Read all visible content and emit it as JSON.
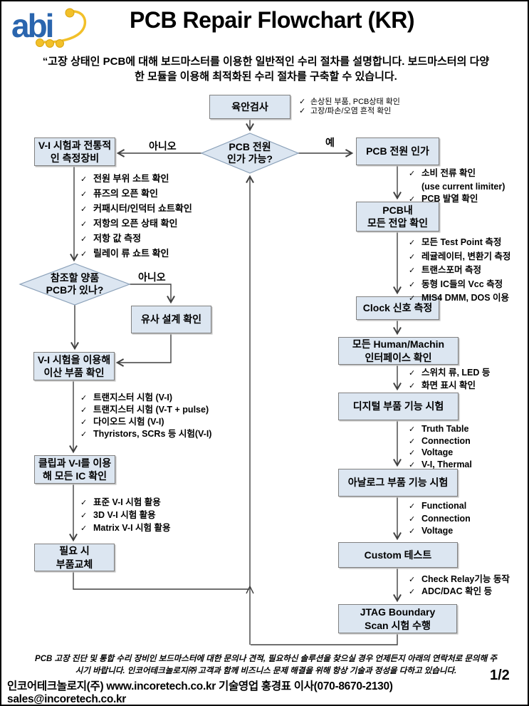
{
  "header": {
    "logo": "abi",
    "title": "PCB Repair Flowchart (KR)",
    "subtitle": "“고장 상태인 PCB에 대해 보드마스터를 이용한 일반적인 수리 절차를 설명합니다. 보드마스터의 다양\n한 모듈을 이용해 최적화된 수리 절차를 구축할 수 있습니다."
  },
  "colors": {
    "node_fill": "#dce6f1",
    "node_border": "#808080",
    "arrow": "#404040",
    "logo_blue": "#2a65ae",
    "logo_yellow": "#f2c029"
  },
  "flowchart": {
    "nodes": {
      "visual": "육안검사",
      "power_q": "PCB 전원\n인가 가능?",
      "vi_traditional": "V-I 시험과 전통적\n인 측정장비",
      "reference_q": "참조할 양품\nPCB가 있나?",
      "similar": "유사 설계 확인",
      "vi_discrete": "V-I 시험을 이용해\n이산 부품 확인",
      "clip_ic": "클립과 V-I를 이용\n해 모든 IC 확인",
      "replace": "필요 시\n부품교체",
      "power_apply": "PCB 전원 인가",
      "voltage": "PCB내\n모든 전압 확인",
      "clock": "Clock 신호 측정",
      "hmi": "모든 Human/Machin\n인터페이스 확인",
      "digital": "디지털 부품 기능 시험",
      "analog": "아날로그 부품 기능 시험",
      "custom": "Custom 테스트",
      "jtag": "JTAG Boundary\nScan 시험 수행"
    },
    "edge_labels": {
      "yes": "예",
      "no_power": "아니오",
      "no_reference": "아니오"
    },
    "checklists": {
      "visual": [
        {
          "c": "✓",
          "t": "손상된 부품, PCB상태 확인"
        },
        {
          "c": "✓",
          "t": "고장/파손/오염 흔적  확인"
        }
      ],
      "traditional": [
        {
          "c": "✓",
          "t": "전원 부위 소트 확인"
        },
        {
          "c": "✓",
          "t": "퓨즈의 오픈 확인"
        },
        {
          "c": "✓",
          "t": "커패시터/인덕터 쇼트확인"
        },
        {
          "c": "✓",
          "t": "저항의 오픈 상태 확인"
        },
        {
          "c": "✓",
          "t": "저항 값 측정"
        },
        {
          "c": "✓",
          "t": "릴레이 류 쇼트 확인"
        }
      ],
      "power": [
        {
          "c": "✓",
          "t": "소비 전류 확인"
        },
        {
          "c": "",
          "t": "(use current limiter)"
        },
        {
          "c": "✓",
          "t": "PCB 발열 확인"
        }
      ],
      "voltage": [
        {
          "c": "✓",
          "t": "모든 Test Point 측정"
        },
        {
          "c": "✓",
          "t": "레귤레이터, 변환기 측정"
        },
        {
          "c": "✓",
          "t": "트랜스포머 측정"
        },
        {
          "c": "✓",
          "t": "동형 IC들의 Vcc 측정"
        },
        {
          "c": "✓",
          "t": "MIS4 DMM, DOS 이용"
        }
      ],
      "hmi": [
        {
          "c": "✓",
          "t": "스위치 류, LED 등"
        },
        {
          "c": "✓",
          "t": "화면 표시 확인"
        }
      ],
      "digital": [
        {
          "c": "✓",
          "t": "Truth Table"
        },
        {
          "c": "✓",
          "t": "Connection"
        },
        {
          "c": "✓",
          "t": "Voltage"
        },
        {
          "c": "✓",
          "t": "V-I, Thermal"
        }
      ],
      "analog": [
        {
          "c": "✓",
          "t": "Functional"
        },
        {
          "c": "✓",
          "t": "Connection"
        },
        {
          "c": "✓",
          "t": "Voltage"
        }
      ],
      "custom": [
        {
          "c": "✓",
          "t": "Check Relay기능 동작"
        },
        {
          "c": "✓",
          "t": "ADC/DAC 확인 등"
        }
      ],
      "discrete": [
        {
          "c": "✓",
          "t": "트랜지스터 시험 (V-I)"
        },
        {
          "c": "✓",
          "t": "트랜지스터 시험 (V-T + pulse)"
        },
        {
          "c": "✓",
          "t": "다이오드 시험 (V-I)"
        },
        {
          "c": "✓",
          "t": "Thyristors, SCRs 등 시험(V-I)"
        }
      ],
      "clip": [
        {
          "c": "✓",
          "t": "표준 V-I 시험 활용"
        },
        {
          "c": "✓",
          "t": "3D V-I 시험 활용"
        },
        {
          "c": "✓",
          "t": "Matrix V-I 시험 활용"
        }
      ]
    }
  },
  "footer": {
    "note": "PCB 고장 진단 및 통합 수리 장비인 보드마스터에 대한 문의나 견적, 필요하신 솔루션을 찾으실 경우 언제든지 아래의 연락처로 문의해 주\n시기 바랍니다. 인코어테크놀로지㈜ 고객과 함께 비즈니스 문제 해결을 위해 항상 기술과 정성을 다하고 있습니다.",
    "contact": "인코어테크놀로지(주) www.incoretech.co.kr  기술영업 홍경표 이사(070-8670-2130)  sales@incoretech.co.kr",
    "page_number": "1/2"
  }
}
